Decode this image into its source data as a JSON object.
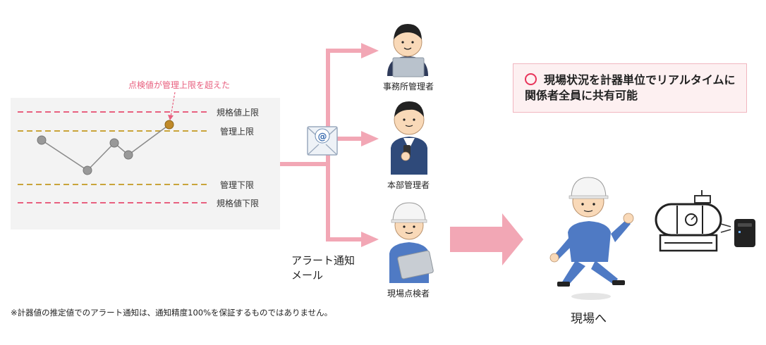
{
  "chart": {
    "annotation": "点検値が管理上限を超えた",
    "lines": {
      "spec_upper": "規格値上限",
      "control_upper": "管理上限",
      "control_lower": "管理下限",
      "spec_lower": "規格値下限"
    },
    "colors": {
      "spec_line": "#e8607f",
      "control_line": "#c9a43a",
      "normal_point": "#999999",
      "alert_point": "#c08a2a"
    }
  },
  "alert": {
    "label_line1": "アラート通知",
    "label_line2": "メール",
    "icon": "envelope-at-icon"
  },
  "recipients": {
    "office": "事務所管理者",
    "hq": "本部管理者",
    "site": "現場点検者"
  },
  "info": {
    "text": "現場状況を計器単位でリアルタイムに関係者全員に共有可能"
  },
  "destination": {
    "label": "現場へ"
  },
  "footnote": "※計器値の推定値でのアラート通知は、通知精度100%を保証するものではありません。",
  "accent_color": "#f2a7b5"
}
